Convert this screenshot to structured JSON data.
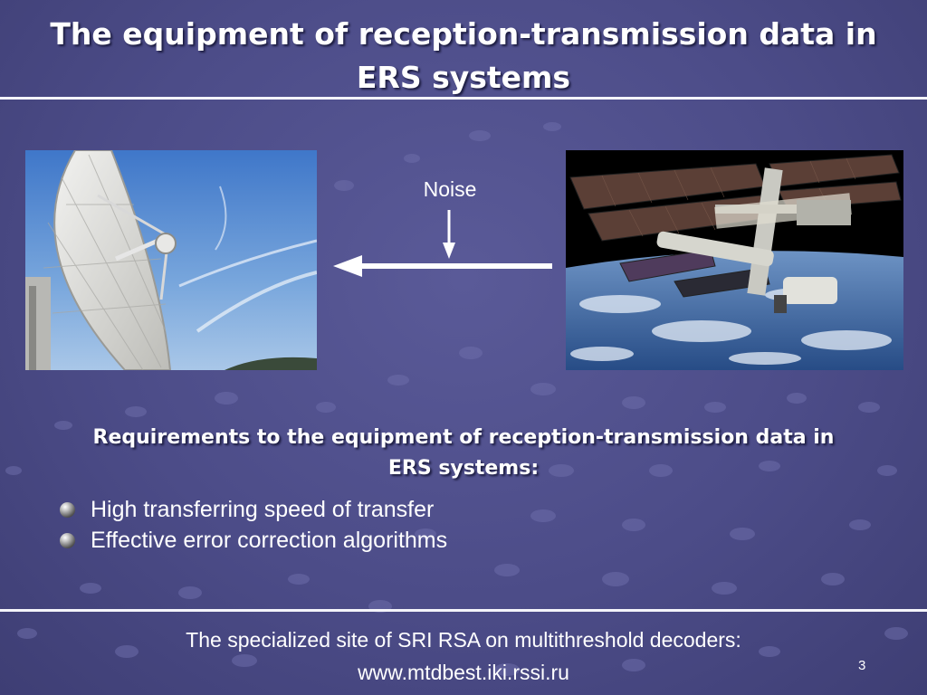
{
  "slide": {
    "title_line1": "The equipment of reception-transmission data in",
    "title_line2": "ERS systems"
  },
  "diagram": {
    "noise_label": "Noise",
    "left_image": "satellite-dish-antenna",
    "right_image": "space-station-orbit"
  },
  "requirements": {
    "heading_line1": "Requirements to the equipment of reception-transmission data in",
    "heading_line2": "ERS systems:",
    "items": [
      "High transferring speed of transfer",
      "Effective error correction algorithms"
    ]
  },
  "footer": {
    "line1": "The specialized site of SRI RSA on multithreshold decoders:",
    "line2": "www.mtdbest.iki.rssi.ru",
    "page_number": "3"
  },
  "colors": {
    "background": "#4c4c88",
    "text": "#ffffff",
    "rule": "#f4f4fa"
  }
}
